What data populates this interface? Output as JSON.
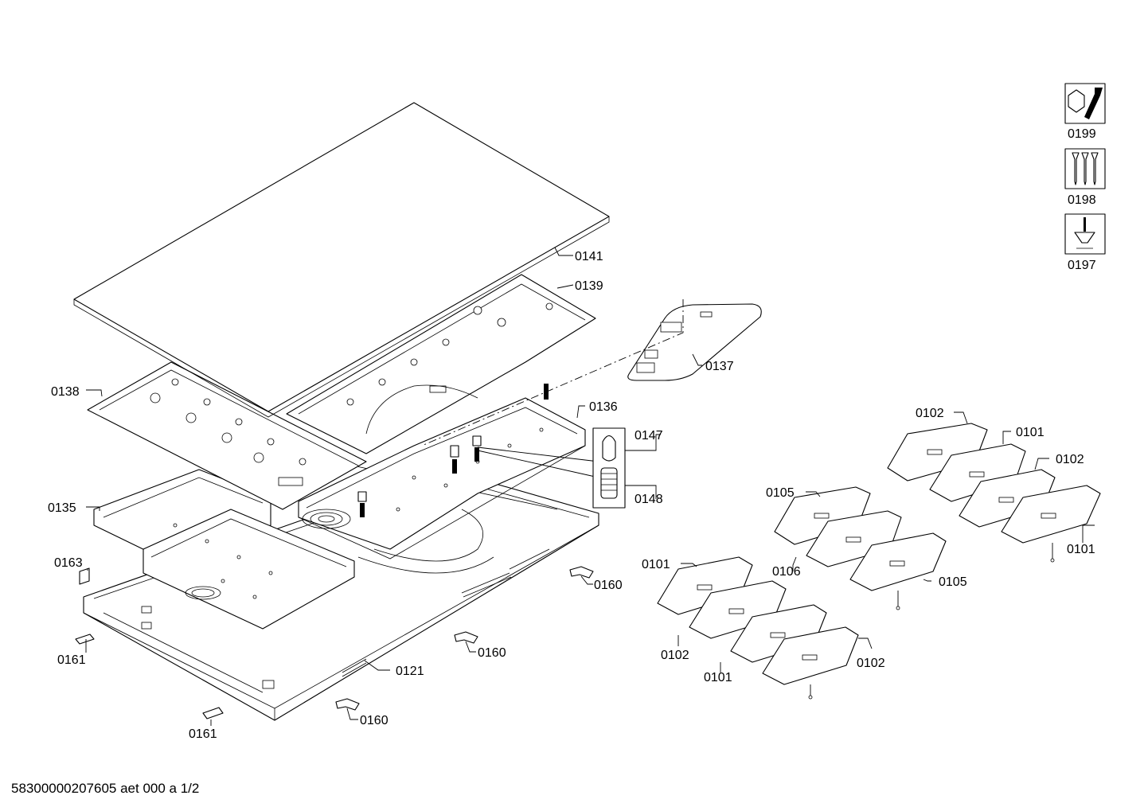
{
  "footer_text": "58300000207605 aet 000 a 1/2",
  "legend": [
    {
      "label": "0199",
      "icon": "wrench-nut-icon"
    },
    {
      "label": "0198",
      "icon": "screws-icon"
    },
    {
      "label": "0197",
      "icon": "screwdriver-icon"
    }
  ],
  "parts": {
    "p0141": "0141",
    "p0139": "0139",
    "p0137": "0137",
    "p0138": "0138",
    "p0136": "0136",
    "p0147": "0147",
    "p0148": "0148",
    "p0135": "0135",
    "p0163": "0163",
    "p0161a": "0161",
    "p0161b": "0161",
    "p0121": "0121",
    "p0160a": "0160",
    "p0160b": "0160",
    "p0160c": "0160",
    "p0102a": "0102",
    "p0101a": "0101",
    "p0102b": "0102",
    "p0101b": "0101",
    "p0105a": "0105",
    "p0106": "0106",
    "p0105b": "0105",
    "p0101c": "0101",
    "p0102c": "0102",
    "p0101d": "0101",
    "p0102d": "0102"
  }
}
